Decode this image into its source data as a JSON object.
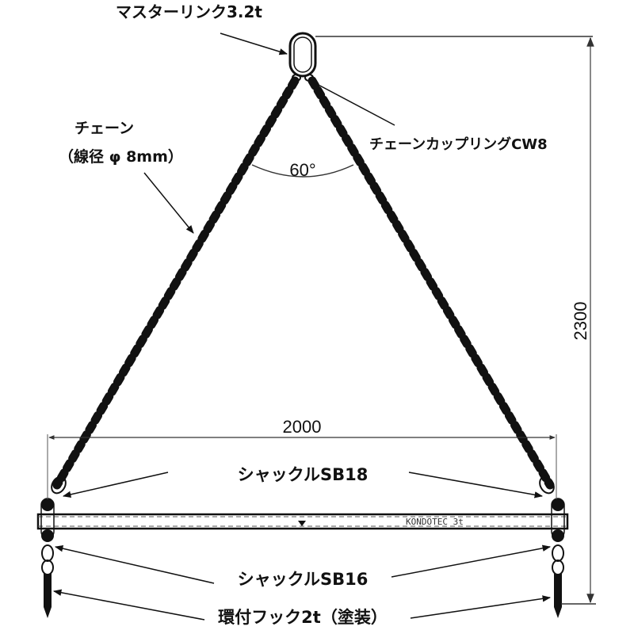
{
  "title": "2-leg chain sling with lifting beam",
  "labels": {
    "master_link": "マスターリンク3.2t",
    "chain_line1": "チェーン",
    "chain_line2": "（線径 φ 8mm）",
    "coupling": "チェーンカップリングCW8",
    "angle": "60°",
    "shackle_top": "シャックルSB18",
    "shackle_bottom": "シャックルSB16",
    "hook": "環付フック2t（塗装）",
    "beam_stamp": "KONDOTEC  3t"
  },
  "dimensions": {
    "width": "2000",
    "height": "2300"
  },
  "colors": {
    "line": "#111111",
    "dim_line": "#888888",
    "background": "#ffffff"
  }
}
